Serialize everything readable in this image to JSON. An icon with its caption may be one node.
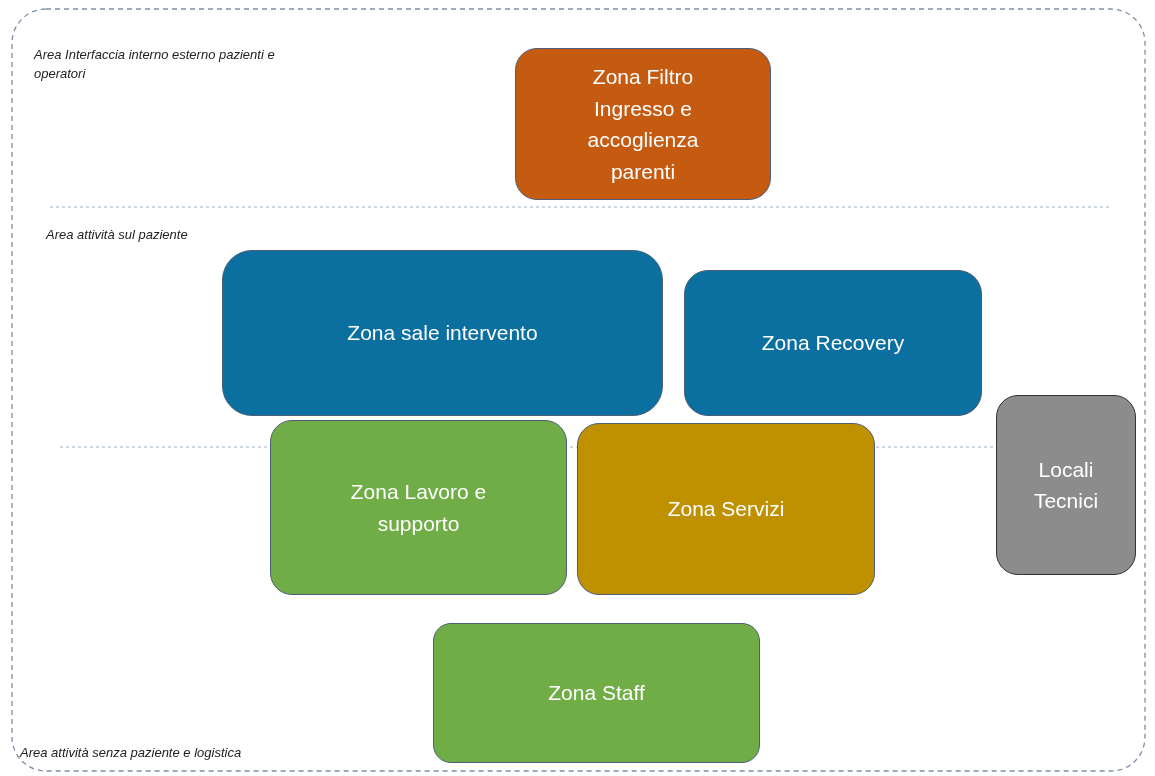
{
  "diagram": {
    "nodes": [
      {
        "text": [
          "Zona Filtro Ingresso e accoglienza parenti"
        ]
      },
      {
        "text": [
          "Zona sale intervento"
        ]
      },
      {
        "text": [
          "Zona Recovery"
        ]
      },
      {
        "text": [
          "Zona Lavoro e supporto"
        ]
      },
      {
        "text": [
          "Zona Servizi"
        ]
      },
      {
        "text": [
          "Locali Tecnici"
        ]
      },
      {
        "text": [
          "Zona Staff"
        ]
      }
    ],
    "edges": [],
    "labels": [
      "Area Interfaccia interno esterno pazienti e operatori",
      "Area attività sul paziente",
      "Area attività senza paziente e logistica"
    ]
  }
}
